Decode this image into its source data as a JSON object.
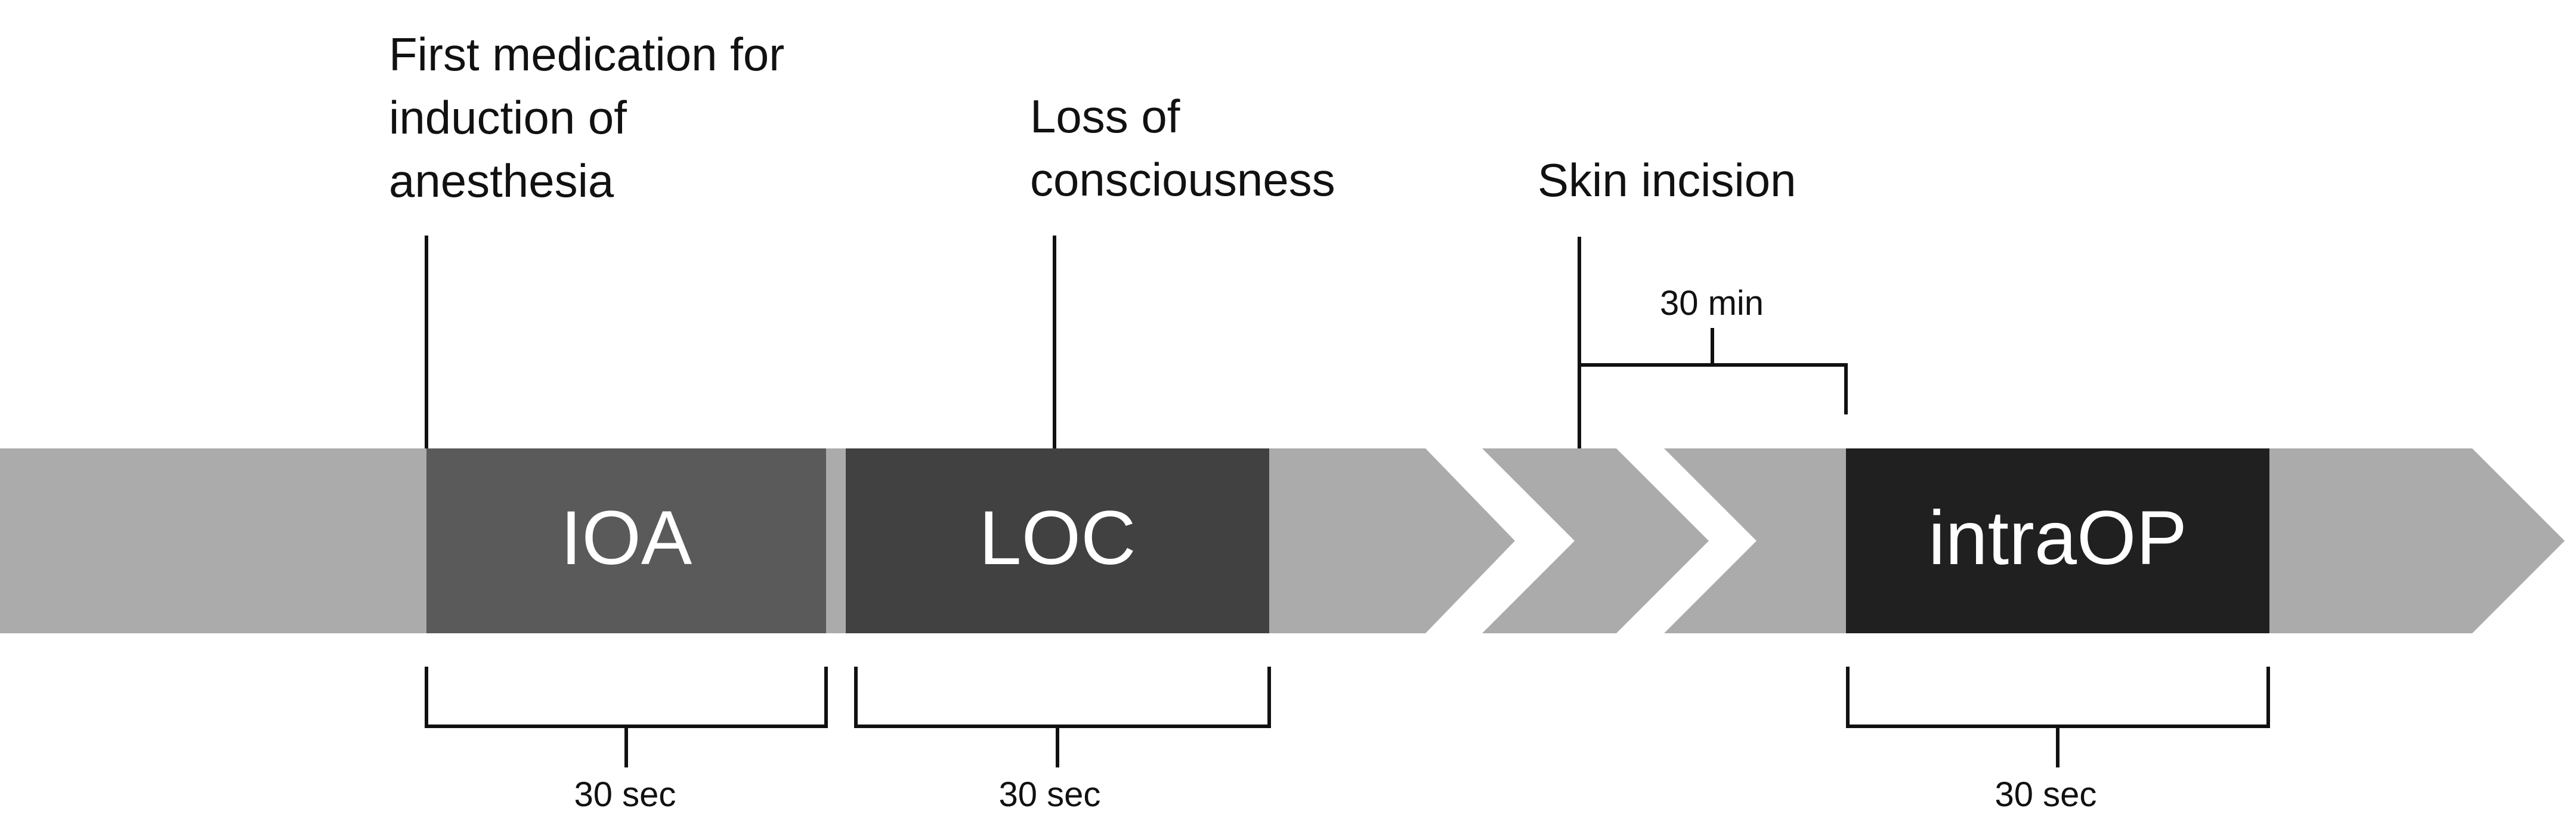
{
  "colors": {
    "background": "#ffffff",
    "timeline_gray": "#ababab",
    "ioa_box": "#5a5a5a",
    "loc_box": "#414141",
    "intraop_box": "#202020",
    "line": "#111111",
    "phase_text": "#ffffff"
  },
  "events": {
    "first_medication": [
      "First medication for",
      "induction of",
      "anesthesia"
    ],
    "loss_of_consciousness": [
      "Loss of",
      "consciousness"
    ],
    "skin_incision": [
      "Skin incision"
    ]
  },
  "phases": {
    "ioa": "IOA",
    "loc": "LOC",
    "intraop": "intraOP"
  },
  "durations": {
    "ioa": "30 sec",
    "loc": "30 sec",
    "incision_gap": "30 min",
    "intraop": "30 sec"
  }
}
